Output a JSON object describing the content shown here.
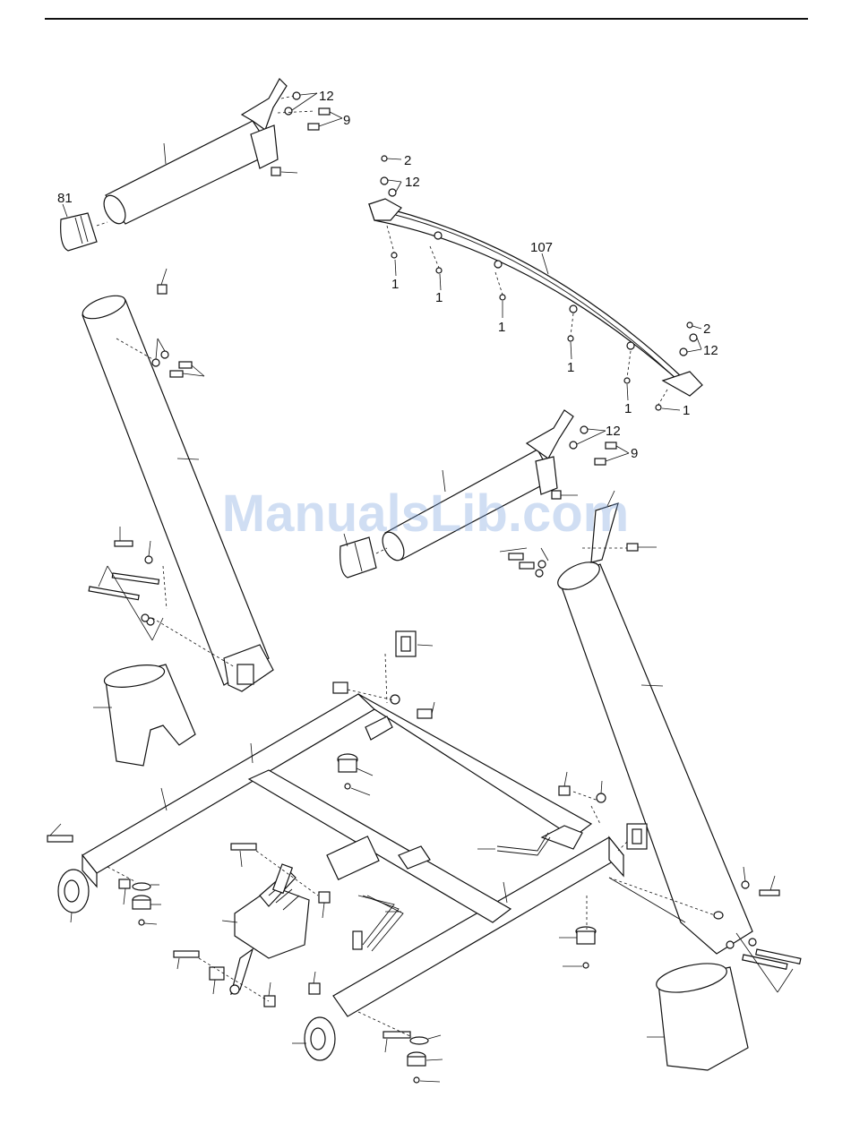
{
  "watermark": "ManualsLib.com",
  "callouts": {
    "c81": "81",
    "c107": "107",
    "c12_a": "12",
    "c9_a": "9",
    "c2_a": "2",
    "c12_b": "12",
    "c1_a": "1",
    "c1_b": "1",
    "c1_c": "1",
    "c1_d": "1",
    "c2_b": "2",
    "c12_c": "12",
    "c1_e": "1",
    "c1_f": "1",
    "c12_d": "12",
    "c9_b": "9"
  },
  "colors": {
    "ink": "#111111",
    "watermark": "#78a0dc"
  }
}
